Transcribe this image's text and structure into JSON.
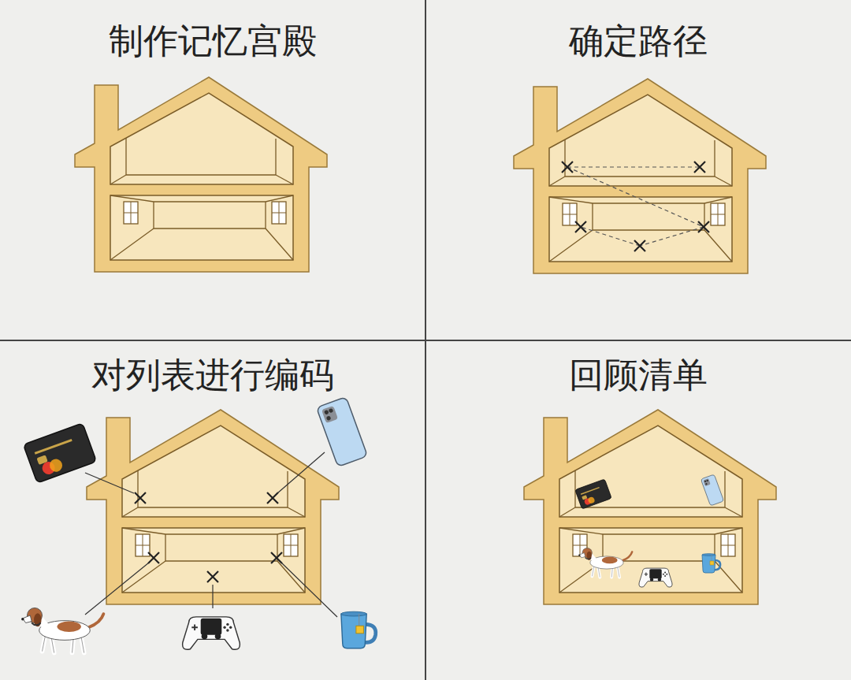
{
  "diagram": {
    "labels": [
      "制作记忆宫殿",
      "确定路径",
      "对列表进行编码",
      "回顾清单"
    ]
  }
}
